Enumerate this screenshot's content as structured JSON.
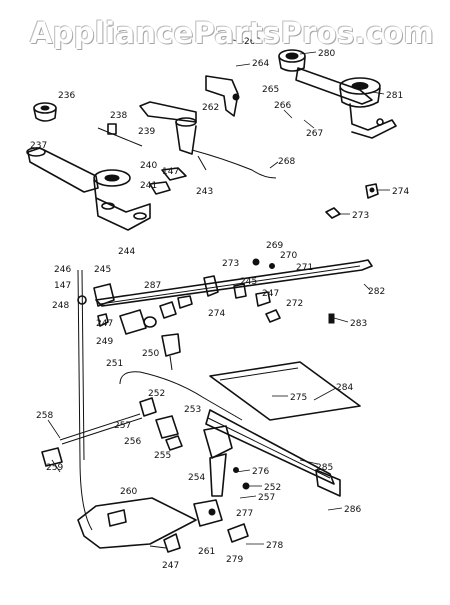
{
  "watermark": "AppliancePartsPros.com",
  "labels": {
    "l236": "236",
    "l237": "237",
    "l238": "238",
    "l239": "239",
    "l240": "240",
    "l241": "241",
    "l243": "243",
    "l244": "244",
    "l245": "245",
    "l245b": "245",
    "l246": "246",
    "l147": "147",
    "l147b": "147",
    "l248": "248",
    "l247a": "247",
    "l247b": "247",
    "l247c": "247",
    "l249": "249",
    "l250": "250",
    "l251": "251",
    "l252": "252",
    "l252b": "252",
    "l253": "253",
    "l254": "254",
    "l255": "255",
    "l256": "256",
    "l257": "257",
    "l257b": "257",
    "l258": "258",
    "l259": "259",
    "l260": "260",
    "l261": "261",
    "l262": "262",
    "l264": "264",
    "l265": "265",
    "l266": "266",
    "l267": "267",
    "l268": "268",
    "l269": "269",
    "l270": "270",
    "l271": "271",
    "l272": "272",
    "l273": "273",
    "l273b": "273",
    "l274": "274",
    "l274b": "274",
    "l275": "275",
    "l276": "276",
    "l277": "277",
    "l278": "278",
    "l279": "279",
    "l280": "280",
    "l281": "281",
    "l282": "282",
    "l283": "283",
    "l284": "284",
    "l285": "285",
    "l286": "286",
    "l287": "287"
  }
}
